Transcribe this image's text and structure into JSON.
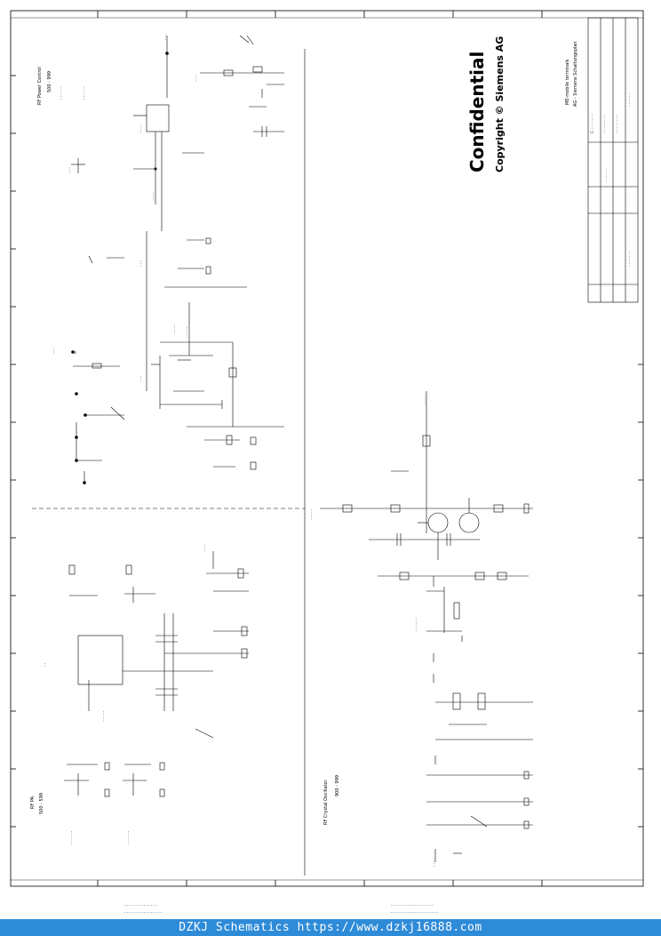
{
  "watermark": {
    "title": "Confidential",
    "copyright": "Copyright © Siemens AG"
  },
  "titleblock": {
    "company_line1": "ME-mobile terminals",
    "company_line2": "AG - Siemens Schaltungsplan"
  },
  "sections": {
    "power_control": "RF Power Control",
    "power_control_sub": "500 - 999",
    "crystal_oscillator": "RF Crystal Oscillator",
    "crystal_oscillator_sub": "900 - 999",
    "bottom_left": "RF PA",
    "bottom_left_sub": "500 - 599"
  },
  "footer": {
    "brand": "DZKJ Schematics",
    "url": "https://www.dzkj16888.com"
  }
}
